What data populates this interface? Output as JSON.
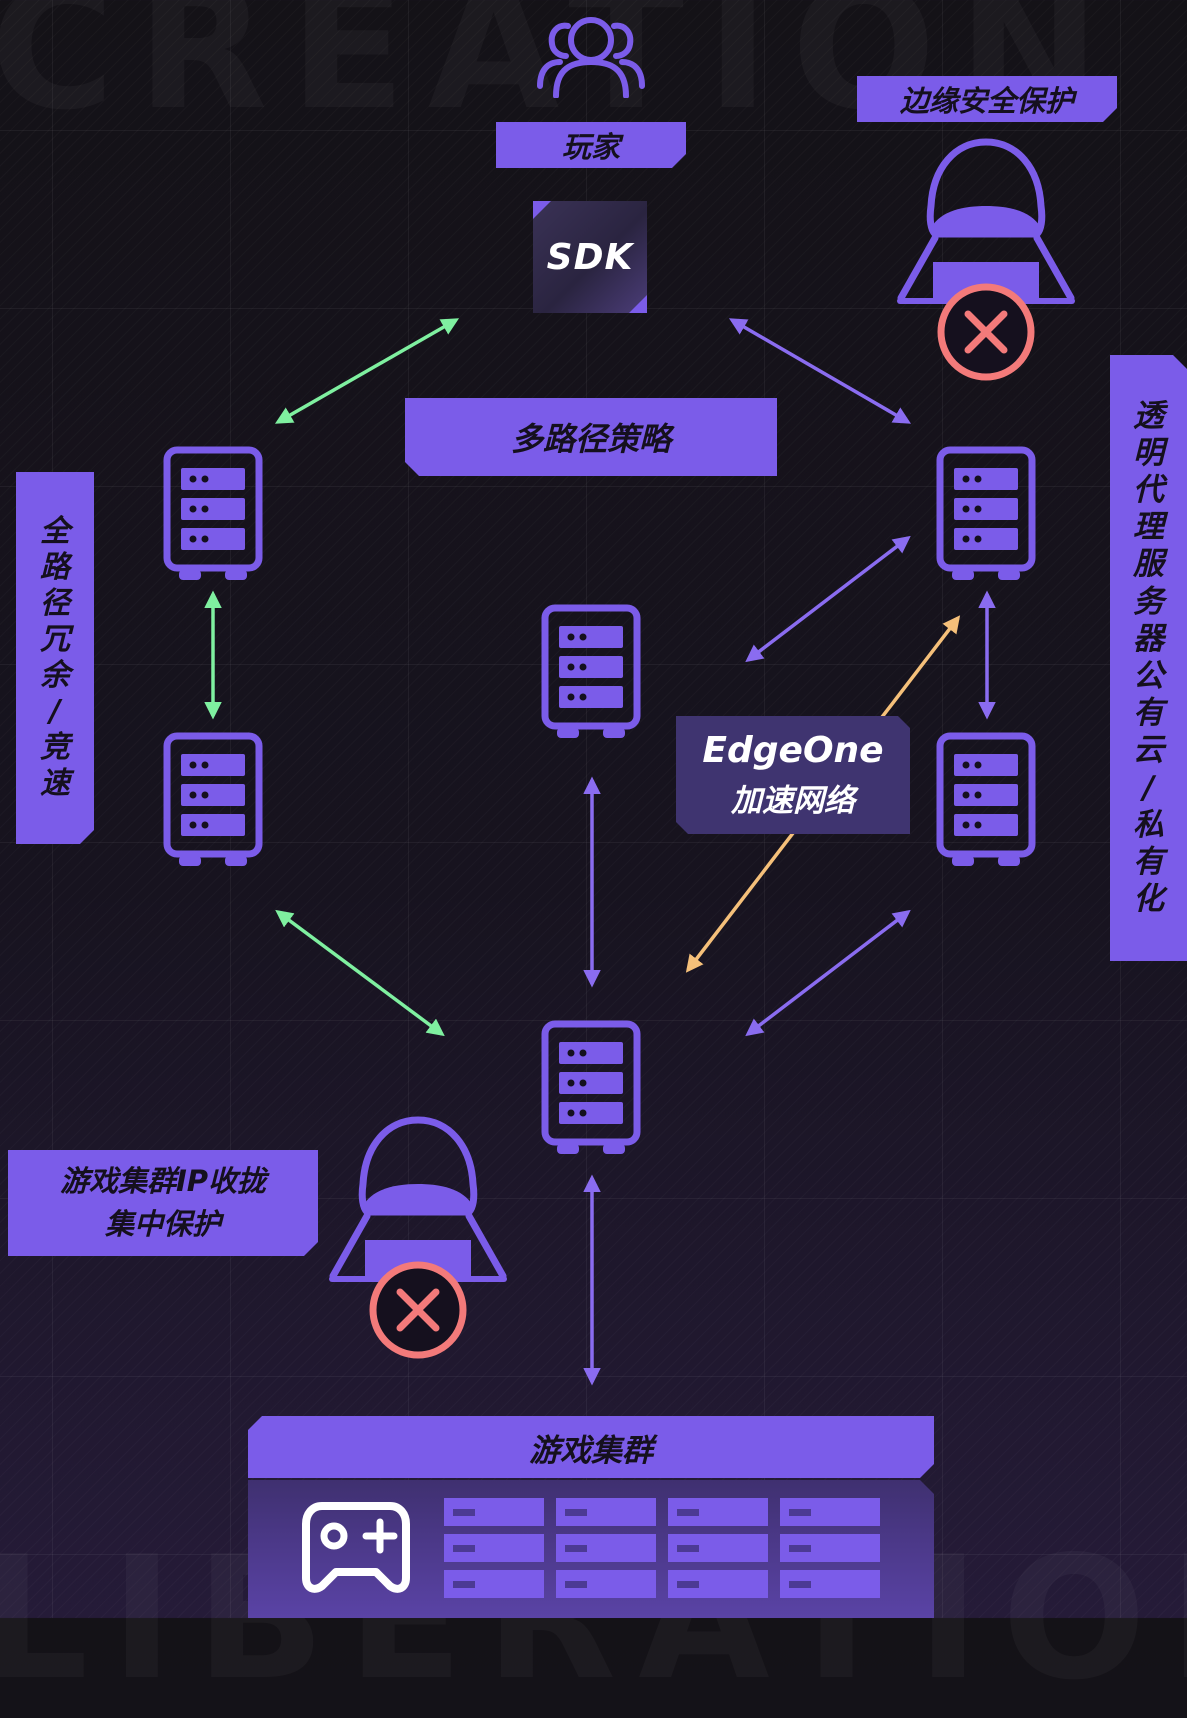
{
  "title": "",
  "labels": {
    "player": "玩家",
    "sdk": "SDK",
    "edge_security": "边缘安全保护",
    "multipath": "多路径策略",
    "redundancy": [
      "全",
      "路",
      "径",
      "冗",
      "余",
      "/",
      "竞",
      "速"
    ],
    "transparent_proxy": [
      "透",
      "明",
      "代",
      "理",
      "服",
      "务",
      "器",
      "公",
      "有",
      "云",
      "/",
      "私",
      "有",
      "化"
    ],
    "edgeone_line1": "EdgeOne",
    "edgeone_line2": "加速网络",
    "ip_protection_line1": "游戏集群IP收拢",
    "ip_protection_line2": "集中保护",
    "game_cluster": "游戏集群"
  },
  "colors": {
    "accent": "#7b5ce9",
    "green_arrow": "#7ff0a0",
    "purple_arrow": "#8a6cf0",
    "orange_arrow": "#f5c07a",
    "blocked_red": "#f37a7a"
  },
  "icons": {
    "player": "users-icon",
    "server": "server-icon",
    "attacker": "hacker-icon",
    "blocked": "close-circle-icon",
    "controller": "gamepad-icon"
  },
  "background_words": {
    "top": "CREATION",
    "bottom": "LIBERATION"
  }
}
